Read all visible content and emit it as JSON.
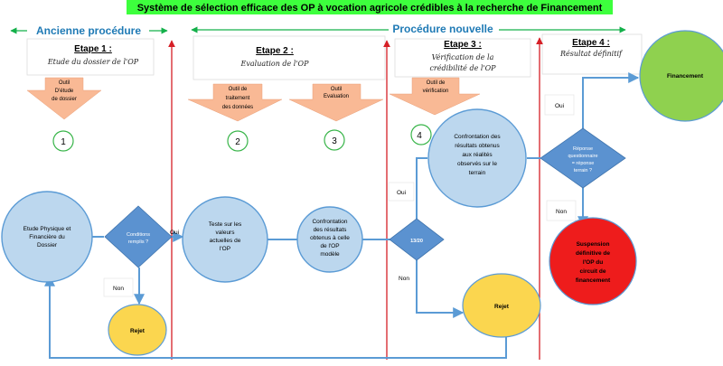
{
  "title": "Système de sélection efficace des OP à vocation agricole crédibles à la recherche de Financement",
  "sections": {
    "old": "Ancienne procédure",
    "new": "Procédure nouvelle"
  },
  "steps": [
    {
      "title": "Etape 1 :",
      "subtitle": "Etude du dossier de l'OP"
    },
    {
      "title": "Etape 2 :",
      "subtitle": "Evaluation de l'OP"
    },
    {
      "title": "Etape 3 :",
      "subtitle_lines": [
        "Vérification de la",
        "crédibilité de l'OP"
      ]
    },
    {
      "title": "Etape 4 :",
      "subtitle": "Résultat définitif"
    }
  ],
  "tools": [
    {
      "lines": [
        "Outil",
        "D'étude",
        "de dossier"
      ]
    },
    {
      "lines": [
        "Outil de",
        "traitement",
        "des données"
      ]
    },
    {
      "lines": [
        "Outil",
        "Evaluation"
      ]
    },
    {
      "lines": [
        "Outil de",
        "vérification"
      ]
    }
  ],
  "numbers": [
    "1",
    "2",
    "3",
    "4"
  ],
  "nodes": {
    "etude": [
      "Etude Physique et",
      "Financière du",
      "Dossier"
    ],
    "conditions": [
      "Conditions",
      "remplis ?"
    ],
    "tests": [
      "Teste sur les",
      "valeurs",
      "actuelles de",
      "l'OP"
    ],
    "confrontation1": [
      "Confrontation",
      "des résultats",
      "obtenus à celle",
      "de l'OP",
      "modèle"
    ],
    "score": "13/20",
    "confrontation2": [
      "Confrontation des",
      "résultats obtenus",
      "aux réalités",
      "observés sur le",
      "terrain"
    ],
    "reponse": [
      "Réponse",
      "questionnaire",
      "= réponse",
      "terrain ?"
    ],
    "financement": "Financement",
    "suspension": [
      "Suspension",
      "définitive de",
      "l'OP du",
      "circuit de",
      "financement"
    ],
    "rejet1": "Rejet",
    "rejet2": "Rejet"
  },
  "labels": {
    "oui1": "Oui",
    "non1": "Non",
    "oui2": "Oui",
    "non2": "Non",
    "oui3": "Oui",
    "non3": "Non"
  },
  "colors": {
    "title_bg": "#3dff3d",
    "section_text": "#1f7ab5",
    "section_arrow": "#14b04a",
    "divider": "#d61f26",
    "process_fill": "#bcd7ee",
    "decision_fill": "#5b92d0",
    "tool_arrow": "#f9b995",
    "number_ring": "#39b54a",
    "rejet_fill": "#fbd64f",
    "financement_fill": "#8fd14f",
    "suspension_fill": "#ee1c1c",
    "connector": "#5b9bd5"
  }
}
